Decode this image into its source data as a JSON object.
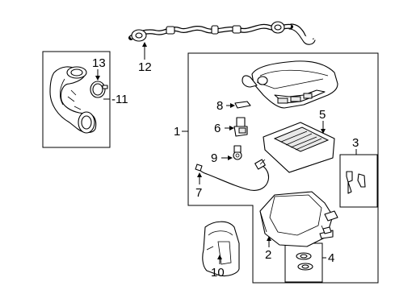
{
  "callouts": [
    {
      "id": "c1",
      "text": "1"
    },
    {
      "id": "c2",
      "text": "2"
    },
    {
      "id": "c3",
      "text": "3"
    },
    {
      "id": "c4",
      "text": "4"
    },
    {
      "id": "c5",
      "text": "5"
    },
    {
      "id": "c6",
      "text": "6"
    },
    {
      "id": "c7",
      "text": "7"
    },
    {
      "id": "c8",
      "text": "8"
    },
    {
      "id": "c9",
      "text": "9"
    },
    {
      "id": "c10",
      "text": "10"
    },
    {
      "id": "c11",
      "text": "-11"
    },
    {
      "id": "c12",
      "text": "12"
    },
    {
      "id": "c13",
      "text": "13"
    }
  ]
}
